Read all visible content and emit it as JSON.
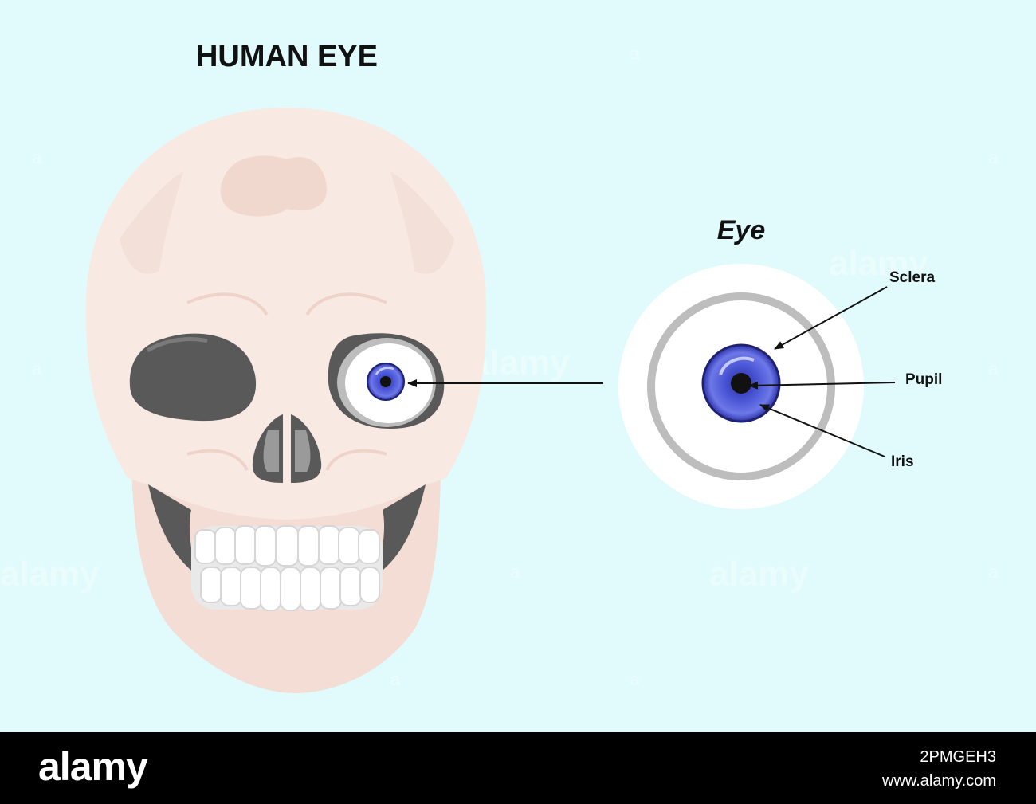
{
  "title": "HUMAN EYE",
  "subtitle": "Eye",
  "labels": {
    "sclera": "Sclera",
    "pupil": "Pupil",
    "iris": "Iris"
  },
  "watermark": "alamy",
  "footer": {
    "logo": "alamy",
    "image_id": "2PMGEH3",
    "url": "www.alamy.com"
  },
  "colors": {
    "background": "#e1fbfc",
    "skull": "#f8e9e3",
    "skull_shadow": "#f1d8cf",
    "socket": "#595959",
    "iris": "#3b41c9",
    "pupil": "#111111",
    "sclera_ring": "#bdbdbd"
  }
}
